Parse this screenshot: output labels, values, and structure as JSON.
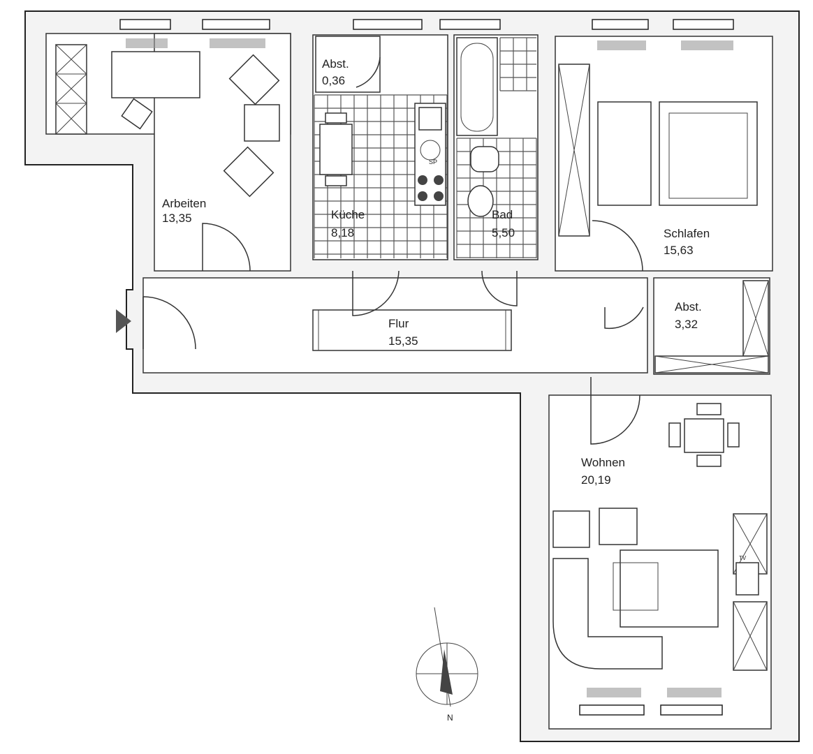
{
  "plan": {
    "rooms": [
      {
        "name": "Arbeiten",
        "area": "13,35"
      },
      {
        "name": "Abst.",
        "area": "0,36"
      },
      {
        "name": "Küche",
        "area": "8,18"
      },
      {
        "name": "Bad",
        "area": "5,50"
      },
      {
        "name": "Schlafen",
        "area": "15,63"
      },
      {
        "name": "Abst.",
        "area": "3,32"
      },
      {
        "name": "Flur",
        "area": "15,35"
      },
      {
        "name": "Wohnen",
        "area": "20,19"
      }
    ],
    "stove_label": "SP",
    "tv_label": "TV",
    "north_label": "N"
  },
  "colors": {
    "wall_fill": "#f3f3f3",
    "line": "#222222",
    "entrance_marker": "#555555",
    "compass_needle": "#444444"
  }
}
